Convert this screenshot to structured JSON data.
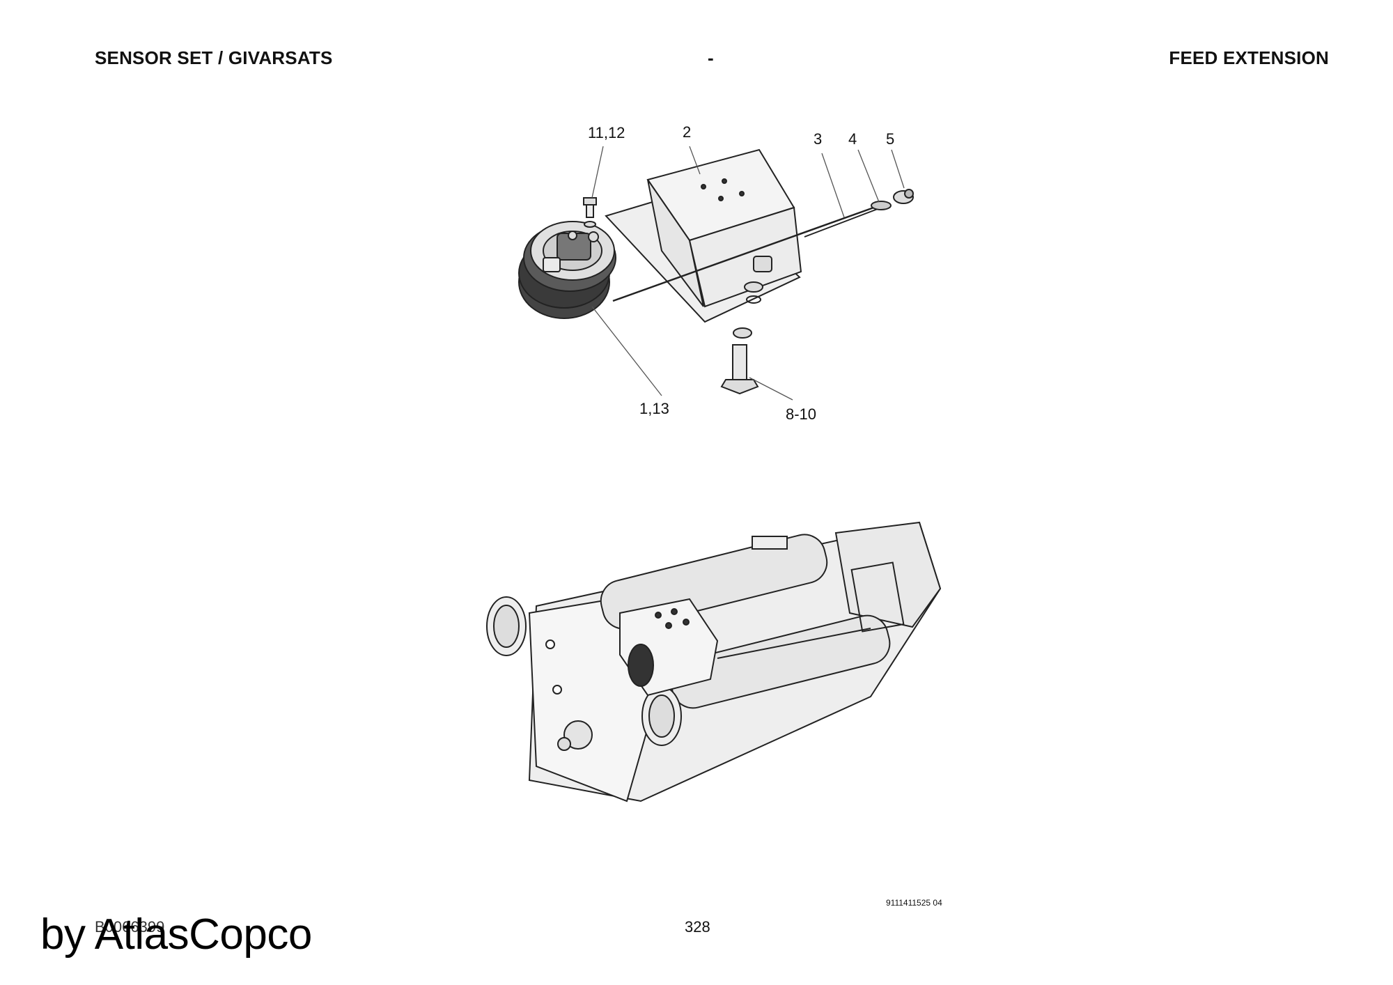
{
  "header": {
    "left": "SENSOR SET / GIVARSATS",
    "middle": "-",
    "right": "FEED EXTENSION"
  },
  "callouts": {
    "c11_12": "11,12",
    "c2": "2",
    "c3": "3",
    "c4": "4",
    "c5": "5",
    "c1_13": "1,13",
    "c8_10": "8-10"
  },
  "footer": {
    "doc_number": "9111411525 04",
    "drawing_ref": "B0066399",
    "page_number": "328",
    "brand": "by AtlasCopco"
  }
}
